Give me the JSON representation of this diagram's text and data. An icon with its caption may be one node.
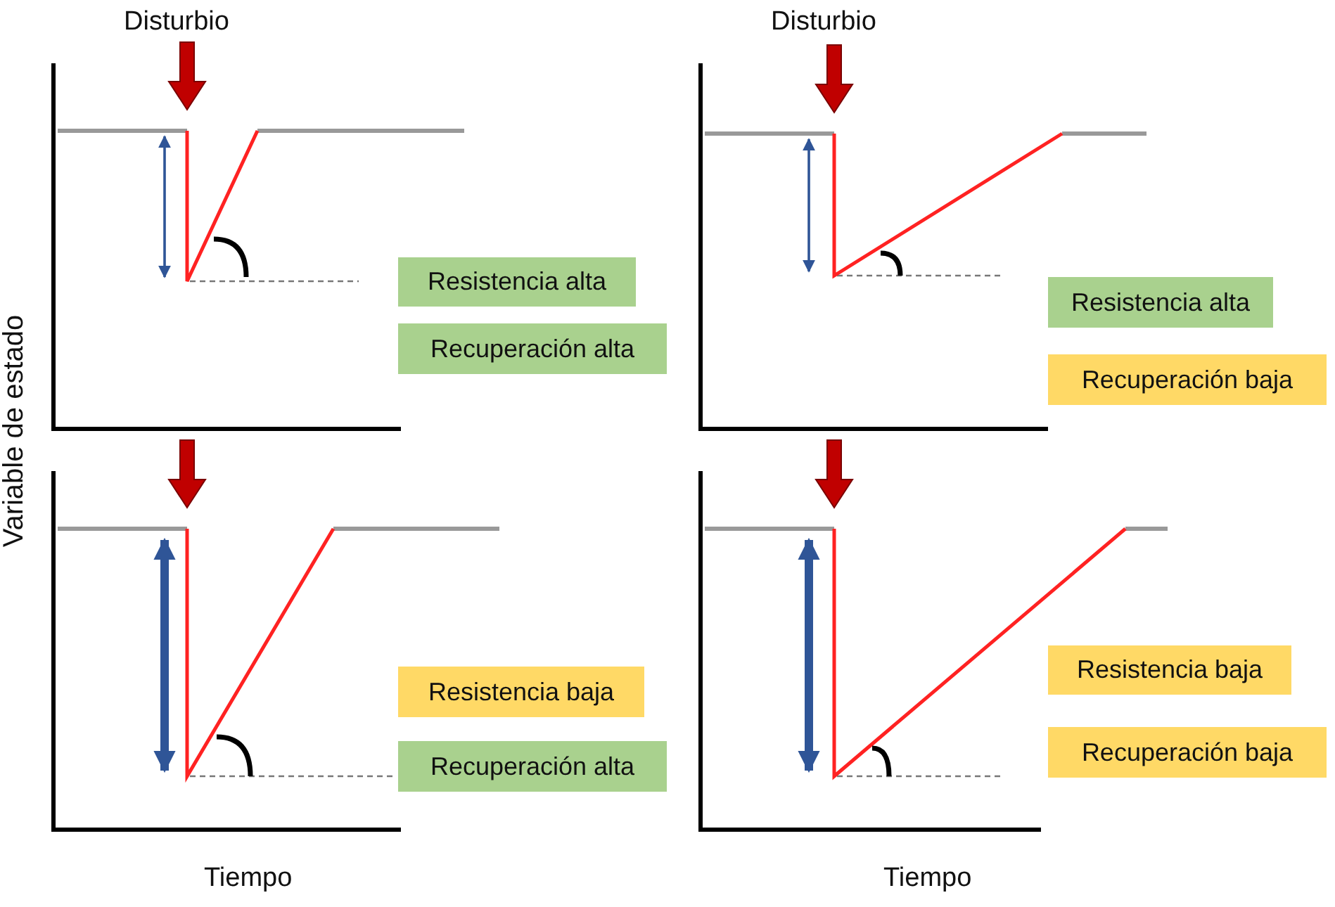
{
  "diagram": {
    "nodes": [
      {
        "text": [
          "Resistencia alta"
        ]
      },
      {
        "text": [
          "Recuperación alta"
        ]
      },
      {
        "text": [
          "Resistencia alta"
        ]
      },
      {
        "text": [
          "Recuperación baja"
        ]
      },
      {
        "text": [
          "Resistencia baja"
        ]
      },
      {
        "text": [
          "Recuperación alta"
        ]
      },
      {
        "text": [
          "Resistencia baja"
        ]
      },
      {
        "text": [
          "Recuperación baja"
        ]
      }
    ],
    "labels": [
      "Disturbio",
      "Disturbio",
      "Variable de estado",
      "Tiempo",
      "Tiempo"
    ]
  }
}
